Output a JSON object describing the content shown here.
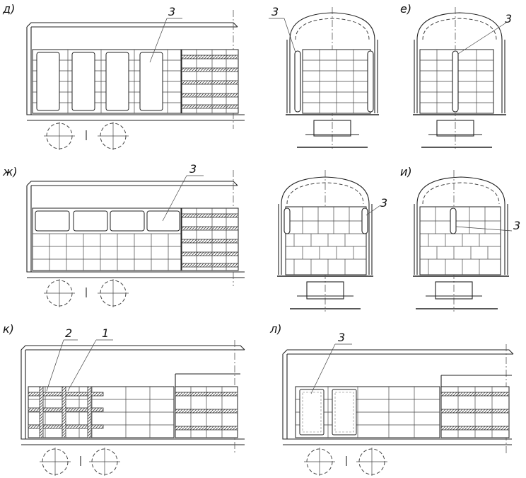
{
  "panels": [
    {
      "id": "d",
      "letter": "д)"
    },
    {
      "id": "e",
      "letter": "е)"
    },
    {
      "id": "zh",
      "letter": "ж)"
    },
    {
      "id": "i",
      "letter": "и)"
    },
    {
      "id": "k",
      "letter": "к)"
    },
    {
      "id": "l",
      "letter": "л)"
    }
  ],
  "callouts": {
    "d_3": "3",
    "v1_3": "3",
    "e_3": "3",
    "zh_3": "3",
    "v3_3": "3",
    "i_3": "3",
    "k_1": "1",
    "k_2": "2",
    "l_3": "3"
  }
}
